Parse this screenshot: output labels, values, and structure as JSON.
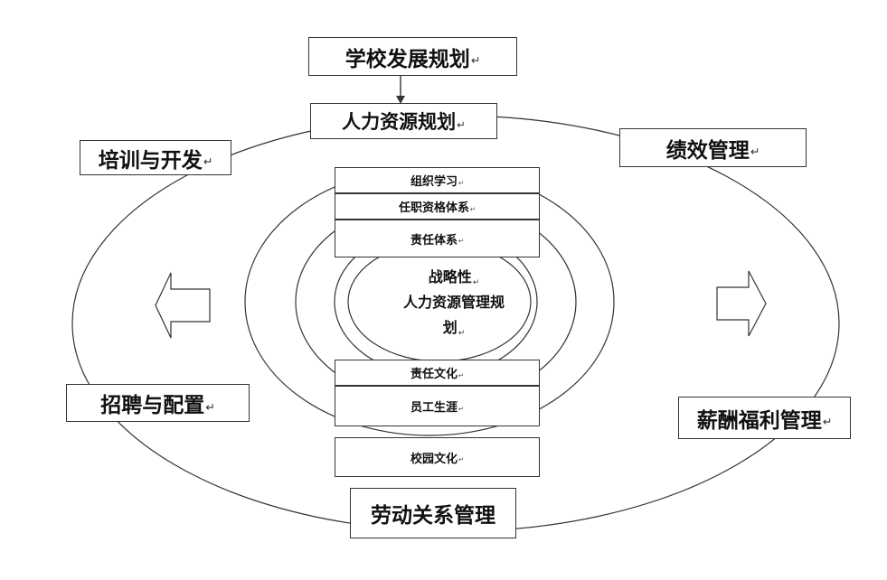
{
  "colors": {
    "line": "#333333",
    "box_fill": "#ffffff",
    "text": "#111111"
  },
  "paragraph_mark": "↵",
  "top_box": {
    "label": "学校发展规划"
  },
  "hr_planning": {
    "label": "人力资源规划"
  },
  "outer_nodes": {
    "training": "培训与开发",
    "performance": "绩效管理",
    "recruitment": "招聘与配置",
    "compensation": "薪酬福利管理",
    "labor_relations": "劳动关系管理"
  },
  "inner_boxes": {
    "org_learning": "组织学习",
    "qualification": "任职资格体系",
    "responsibility_system": "责任体系",
    "responsibility_culture": "责任文化",
    "career": "员工生涯",
    "campus_culture": "校园文化"
  },
  "center": {
    "line1": "战略性",
    "line2": "人力资源管理规",
    "line3": "划"
  }
}
